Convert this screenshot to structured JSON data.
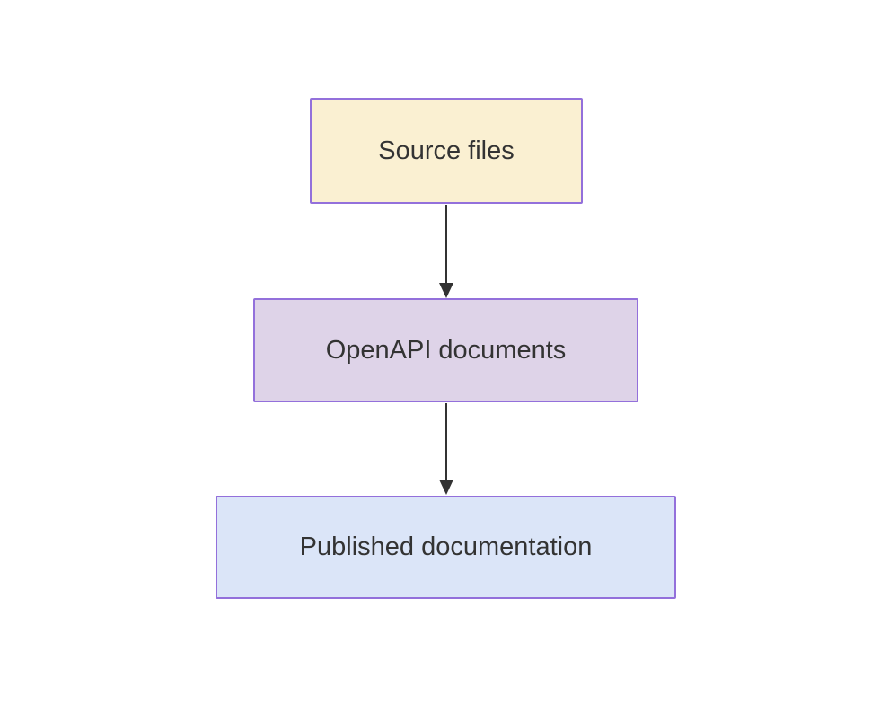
{
  "diagram": {
    "type": "flowchart",
    "direction": "top-down",
    "nodes": [
      {
        "id": "source",
        "label": "Source files",
        "fill": "#faf0d2",
        "border": "#9370db"
      },
      {
        "id": "openapi",
        "label": "OpenAPI documents",
        "fill": "#ded3e8",
        "border": "#9370db"
      },
      {
        "id": "published",
        "label": "Published documentation",
        "fill": "#dbe5f8",
        "border": "#9370db"
      }
    ],
    "edges": [
      {
        "from": "source",
        "to": "openapi",
        "style": "solid-arrow"
      },
      {
        "from": "openapi",
        "to": "published",
        "style": "solid-arrow"
      }
    ],
    "colors": {
      "text": "#333333",
      "arrow": "#333333",
      "background": "#ffffff"
    }
  }
}
